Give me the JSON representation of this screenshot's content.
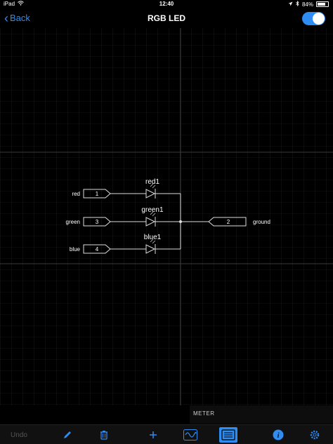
{
  "status": {
    "device": "iPad",
    "time": "12:40",
    "battery": "84%"
  },
  "nav": {
    "back_label": "Back",
    "title": "RGB LED",
    "toggle_on": true
  },
  "schematic": {
    "inputs": [
      {
        "label": "red",
        "port": "1"
      },
      {
        "label": "green",
        "port": "3"
      },
      {
        "label": "blue",
        "port": "4"
      }
    ],
    "diodes": [
      "red1",
      "green1",
      "blue1"
    ],
    "output": {
      "label": "ground",
      "port": "2"
    }
  },
  "meter": {
    "label": "METER"
  },
  "toolbar": {
    "undo_label": "Undo",
    "icons": [
      "pencil-icon",
      "trash-icon",
      "plus-icon",
      "waveform-icon",
      "list-icon",
      "info-icon",
      "gear-icon"
    ],
    "active": "list-icon",
    "accent": "#2f8cf0"
  }
}
